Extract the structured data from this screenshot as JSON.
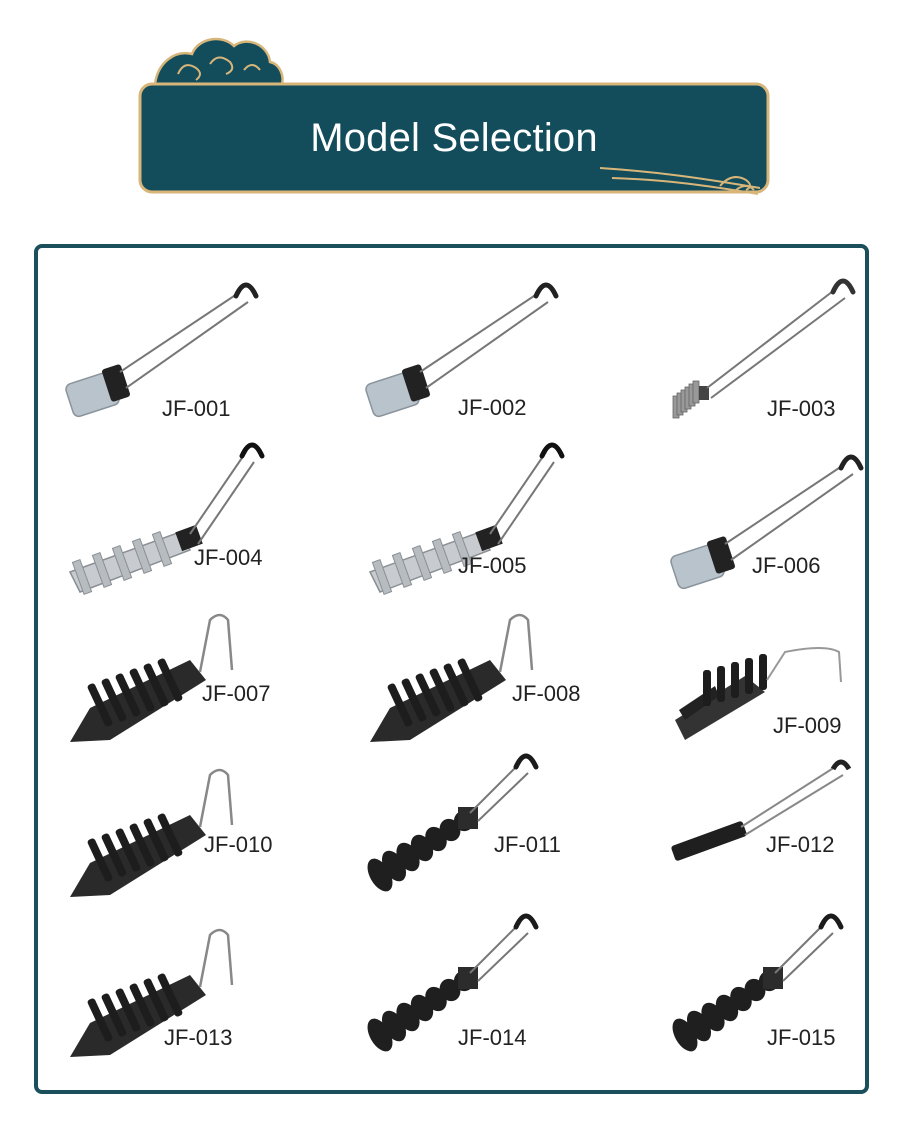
{
  "header": {
    "title": "Model Selection",
    "colors": {
      "banner": "#134d5c",
      "gold": "#d8b67a",
      "border": "#1c4f5c"
    }
  },
  "products": [
    {
      "model": "JF-001",
      "icon": "silver-clamp-wire-loop-icon"
    },
    {
      "model": "JF-002",
      "icon": "cylinder-clamp-wire-loop-icon"
    },
    {
      "model": "JF-003",
      "icon": "spring-clamp-wire-loop-icon"
    },
    {
      "model": "JF-004",
      "icon": "ribbed-silver-clamp-icon"
    },
    {
      "model": "JF-005",
      "icon": "ribbed-silver-clamp-icon"
    },
    {
      "model": "JF-006",
      "icon": "cylinder-clamp-hook-icon"
    },
    {
      "model": "JF-007",
      "icon": "black-wedge-clamp-icon"
    },
    {
      "model": "JF-008",
      "icon": "black-wedge-clamp-icon"
    },
    {
      "model": "JF-009",
      "icon": "black-jaw-clamp-icon"
    },
    {
      "model": "JF-010",
      "icon": "black-wedge-clamp-icon"
    },
    {
      "model": "JF-011",
      "icon": "black-cone-clamp-icon"
    },
    {
      "model": "JF-012",
      "icon": "black-bar-clamp-icon"
    },
    {
      "model": "JF-013",
      "icon": "black-wedge-clamp-icon"
    },
    {
      "model": "JF-014",
      "icon": "black-cone-clamp-icon"
    },
    {
      "model": "JF-015",
      "icon": "black-cone-clamp-icon"
    }
  ]
}
